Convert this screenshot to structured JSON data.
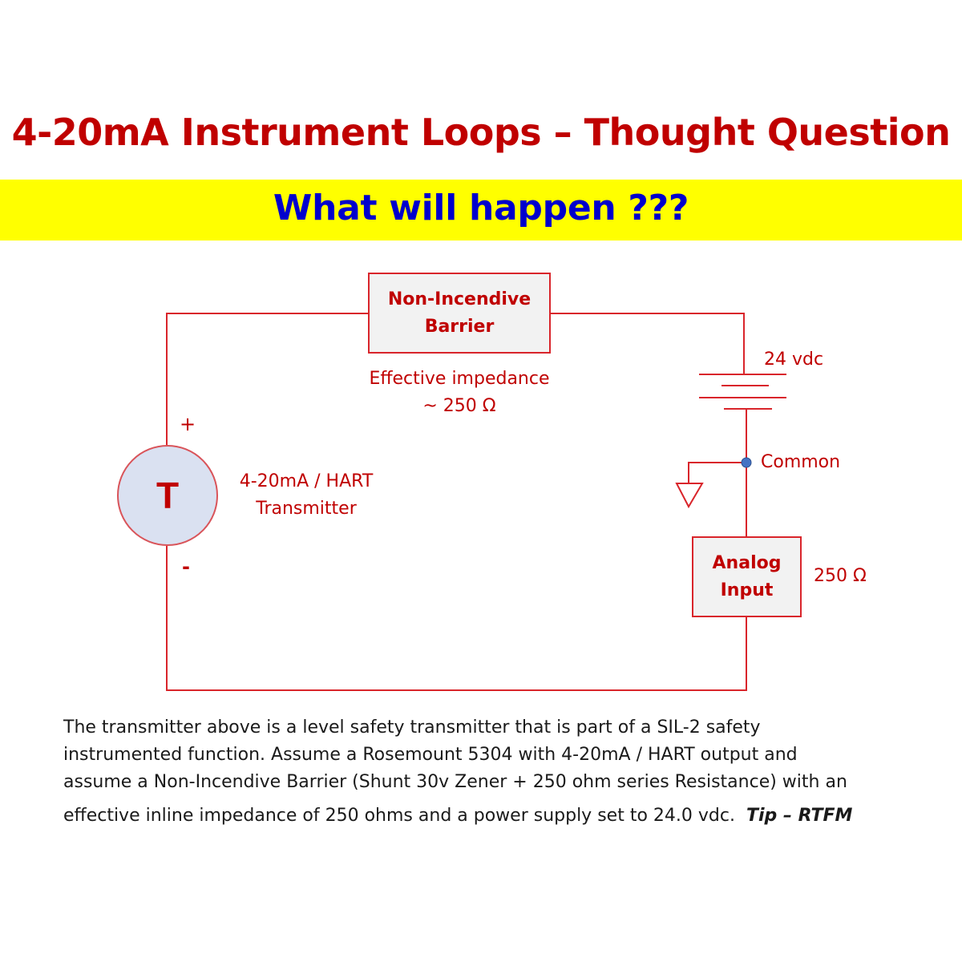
{
  "header": {
    "title": "4-20mA Instrument Loops – Thought Question",
    "banner": "What will happen ???"
  },
  "diagram": {
    "barrier": {
      "label_line1": "Non-Incendive",
      "label_line2": "Barrier",
      "impedance_line1": "Effective impedance",
      "impedance_line2": "~ 250 Ω"
    },
    "transmitter": {
      "symbol": "T",
      "plus": "+",
      "minus": "-",
      "label_line1": "4-20mA / HART",
      "label_line2": "Transmitter"
    },
    "power_supply": {
      "label": "24 vdc"
    },
    "common": {
      "label": "Common"
    },
    "analog_input": {
      "label_line1": "Analog",
      "label_line2": "Input",
      "resistance": "250 Ω"
    },
    "colors": {
      "wire": "#d9252b",
      "text": "#c00000",
      "node": "#4472c4",
      "transmitter_fill": "#dae1f1",
      "box_fill": "#f2f2f2"
    }
  },
  "description": {
    "line1": "The transmitter above is a level safety transmitter that is part of a SIL-2 safety",
    "line2": "instrumented function. Assume a Rosemount 5304 with 4-20mA / HART output and",
    "line3": "assume a Non-Incendive Barrier (Shunt 30v Zener + 250 ohm series Resistance) with an",
    "line4": "effective inline impedance of 250 ohms and a power supply set to 24.0 vdc.",
    "tip": "Tip – RTFM"
  }
}
